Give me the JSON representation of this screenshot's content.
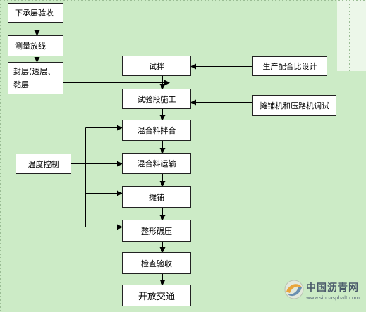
{
  "diagram": {
    "left_column": {
      "acceptance": "下承层验收",
      "survey": "测量放线",
      "seal_layer": "封层(透层、黏层"
    },
    "main_flow": {
      "trial_mix": "试拌",
      "trial_section": "试验段施工",
      "mixing": "混合料拌合",
      "transport": "混合料运输",
      "paving": "摊铺",
      "rolling": "整形碾压",
      "inspection": "检查验收",
      "open_traffic": "开放交通"
    },
    "inputs": {
      "mix_design": "生产配合比设计",
      "equipment_debug": "摊铺机和压路机调试",
      "temperature_control": "温度控制"
    }
  },
  "watermark": {
    "name": "中国沥青网",
    "url": "www.sinoasphalt.com"
  },
  "colors": {
    "background": "#ccebc6",
    "panel": "#ecf7e9",
    "box_fill": "#ffffff",
    "line": "#000000"
  }
}
